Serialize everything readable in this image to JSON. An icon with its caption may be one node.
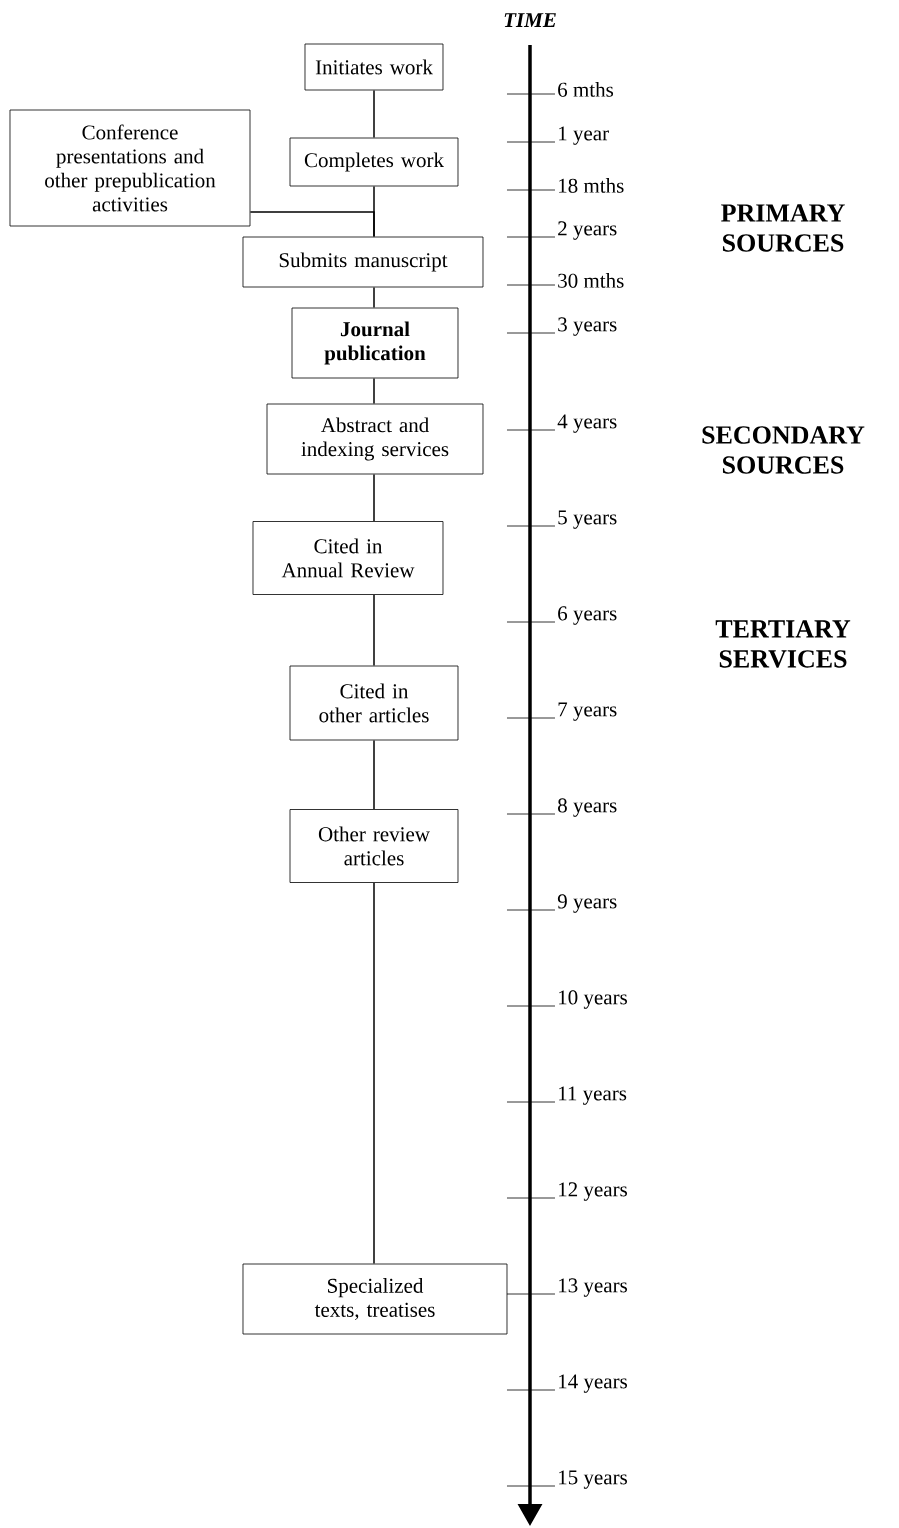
{
  "diagram": {
    "nodes": [
      {
        "text": [
          "Initiates work"
        ]
      },
      {
        "text": [
          "Conference presentations and other prepublication activities"
        ]
      },
      {
        "text": [
          "Completes work"
        ]
      },
      {
        "text": [
          "Submits manuscript"
        ]
      },
      {
        "text": [
          "Journal publication"
        ]
      },
      {
        "text": [
          "Abstract and indexing services"
        ]
      },
      {
        "text": [
          "Cited in Annual Review"
        ]
      },
      {
        "text": [
          "Cited in other articles"
        ]
      },
      {
        "text": [
          "Other review articles"
        ]
      },
      {
        "text": [
          "Specialized texts, treatises"
        ]
      }
    ],
    "edges": [
      {
        "from": 0,
        "to": 2,
        "arrow": "none"
      },
      {
        "from": 1,
        "to": 3,
        "arrow": "none"
      },
      {
        "from": 2,
        "to": 3,
        "arrow": "none"
      },
      {
        "from": 3,
        "to": 4,
        "arrow": "none"
      },
      {
        "from": 4,
        "to": 5,
        "arrow": "none"
      },
      {
        "from": 5,
        "to": 6,
        "arrow": "none"
      },
      {
        "from": 6,
        "to": 7,
        "arrow": "none"
      },
      {
        "from": 7,
        "to": 8,
        "arrow": "none"
      },
      {
        "from": 8,
        "to": 9,
        "arrow": "none"
      }
    ],
    "labels": [
      "TIME",
      "6 mths",
      "1 year",
      "18 mths",
      "2 years",
      "30 mths",
      "3 years",
      "4 years",
      "5 years",
      "6 years",
      "7 years",
      "8 years",
      "9 years",
      "10 years",
      "11 years",
      "12 years",
      "13 years",
      "14 years",
      "15 years",
      "PRIMARY SOURCES",
      "SECONDARY SOURCES",
      "TERTIARY SERVICES"
    ]
  }
}
